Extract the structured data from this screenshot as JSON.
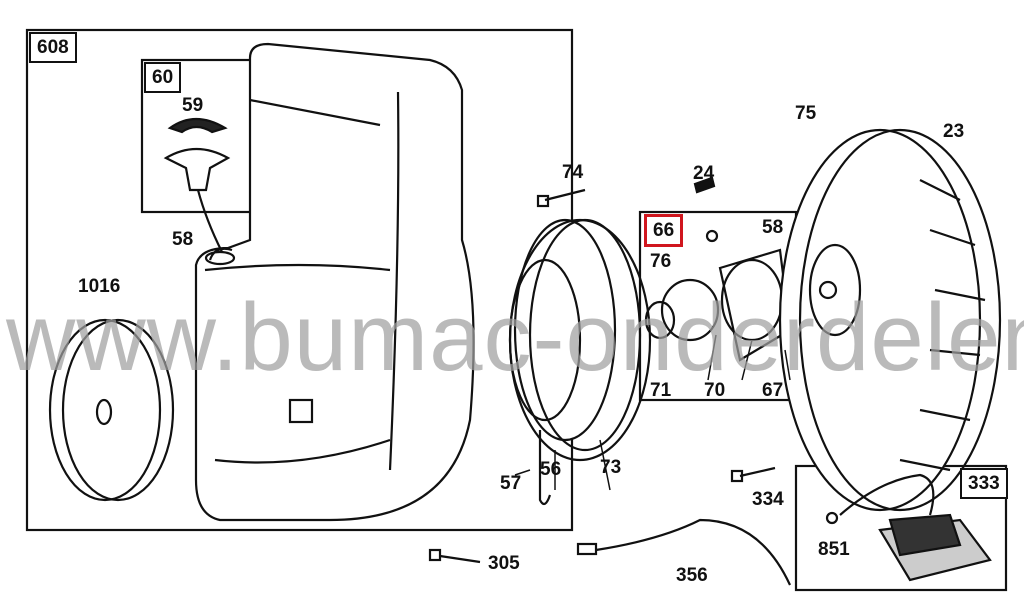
{
  "watermark": "www.bumac-onderdelen.nl",
  "groups": {
    "g608": "608",
    "g60": "60",
    "g66": "66",
    "g333": "333"
  },
  "labels": {
    "p59": "59",
    "p58a": "58",
    "p1016": "1016",
    "p74": "74",
    "p24": "24",
    "p75": "75",
    "p23": "23",
    "p58b": "58",
    "p76": "76",
    "p71": "71",
    "p70": "70",
    "p67": "67",
    "p57": "57",
    "p56": "56",
    "p73": "73",
    "p334": "334",
    "p851": "851",
    "p305": "305",
    "p356": "356"
  },
  "colors": {
    "highlight": "#d0161e"
  }
}
